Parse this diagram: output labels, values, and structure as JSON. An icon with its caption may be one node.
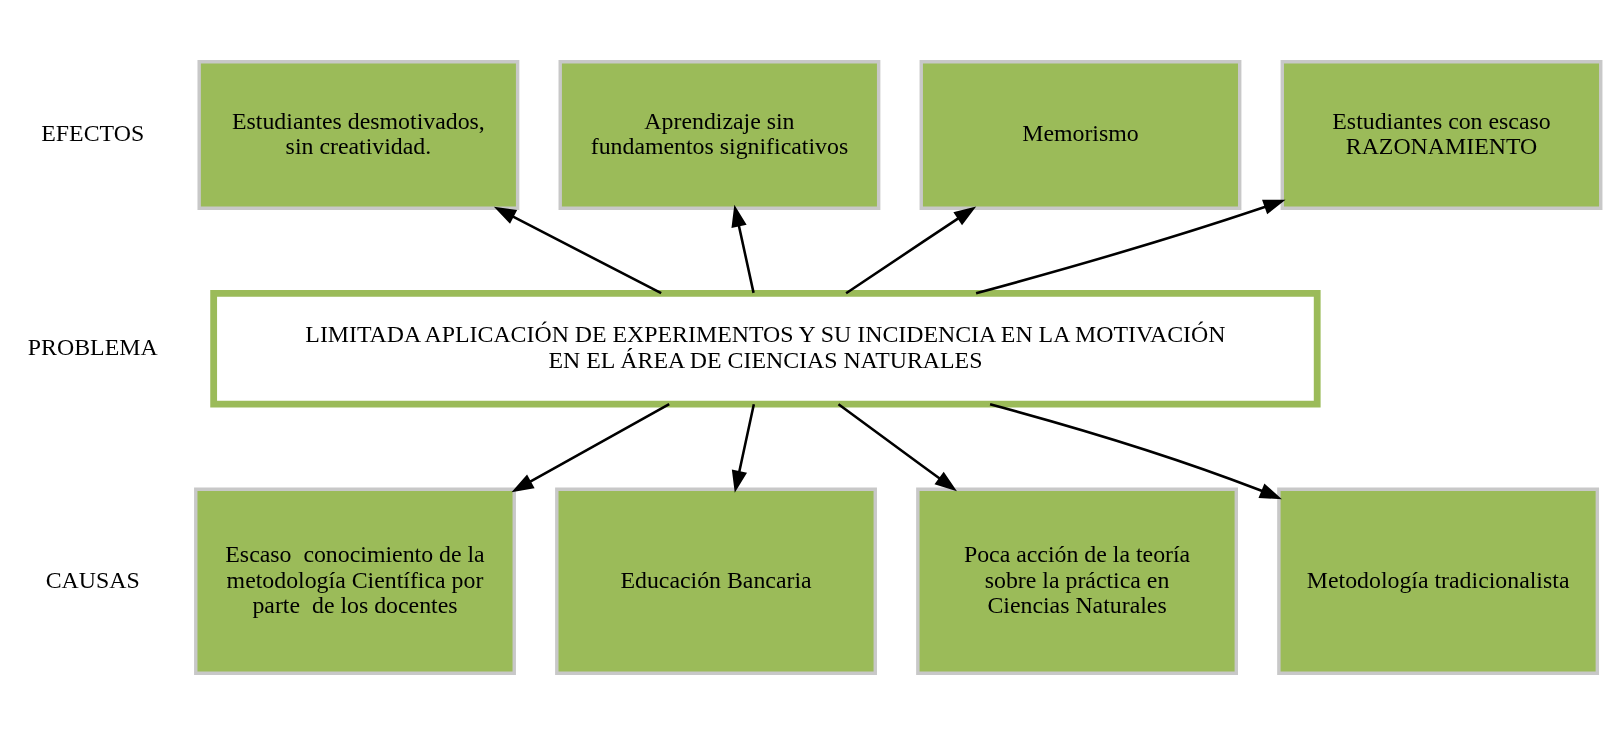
{
  "diagram": {
    "nodes": [
      {
        "text": [
          "Estudiantes desmotivados, sin creatividad."
        ]
      },
      {
        "text": [
          "Aprendizaje sin fundamentos significativos"
        ]
      },
      {
        "text": [
          "Memorismo"
        ]
      },
      {
        "text": [
          "Estudiantes con escaso RAZONAMIENTO"
        ]
      },
      {
        "text": [
          "LIMITADA APLICACIÓN DE EXPERIMENTOS Y SU INCIDENCIA EN LA MOTIVACIÓN EN EL ÁREA DE CIENCIAS NATURALES"
        ]
      },
      {
        "text": [
          "Escaso  conocimiento de la metodología Científica por parte  de los docentes"
        ]
      },
      {
        "text": [
          "Educación Bancaria"
        ]
      },
      {
        "text": [
          "Poca acción de la teoría sobre la práctica en Ciencias Naturales"
        ]
      },
      {
        "text": [
          "Metodología tradicionalista"
        ]
      }
    ],
    "edges": [
      {
        "from": 4,
        "to": 0,
        "arrow": "to"
      },
      {
        "from": 4,
        "to": 1,
        "arrow": "to"
      },
      {
        "from": 4,
        "to": 2,
        "arrow": "to"
      },
      {
        "from": 4,
        "to": 3,
        "arrow": "to"
      },
      {
        "from": 4,
        "to": 5,
        "arrow": "to"
      },
      {
        "from": 4,
        "to": 6,
        "arrow": "to"
      },
      {
        "from": 4,
        "to": 7,
        "arrow": "to"
      },
      {
        "from": 4,
        "to": 8,
        "arrow": "to"
      }
    ],
    "labels": [
      "EFECTOS",
      "PROBLEMA",
      "CAUSAS"
    ]
  }
}
